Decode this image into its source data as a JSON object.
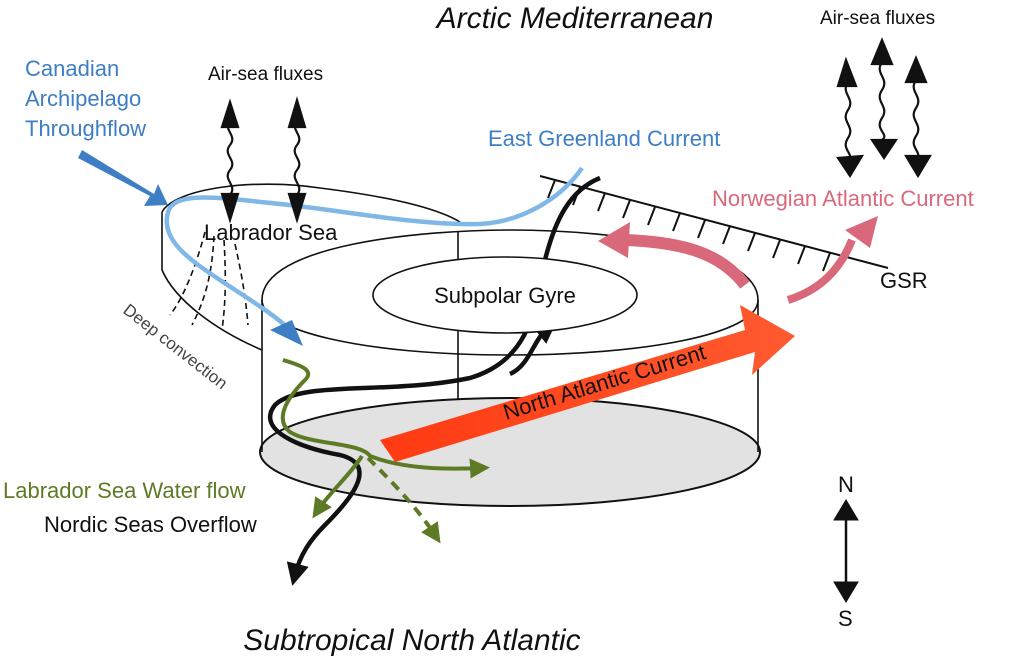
{
  "labels": {
    "arctic": "Arctic Mediterranean",
    "subtropical": "Subtropical North Atlantic",
    "canadian_line1": "Canadian",
    "canadian_line2": "Archipelago",
    "canadian_line3": "Throughflow",
    "air_sea_left": "Air-sea fluxes",
    "air_sea_right": "Air-sea fluxes",
    "east_greenland": "East Greenland Current",
    "norwegian": "Norwegian Atlantic Current",
    "labrador_sea": "Labrador Sea",
    "gsr": "GSR",
    "subpolar_gyre": "Subpolar Gyre",
    "north_atlantic": "North Atlantic Current",
    "deep_convection": "Deep convection",
    "labrador_water": "Labrador Sea Water flow",
    "nordic_overflow": "Nordic Seas Overflow",
    "north": "N",
    "south": "S"
  },
  "colors": {
    "blue": "#3e7ec4",
    "light_blue": "#7fb8e6",
    "red": "#f04a1e",
    "pink": "#d9697a",
    "green": "#5d7a24",
    "black": "#111111",
    "floor": "#e2e2e2"
  }
}
